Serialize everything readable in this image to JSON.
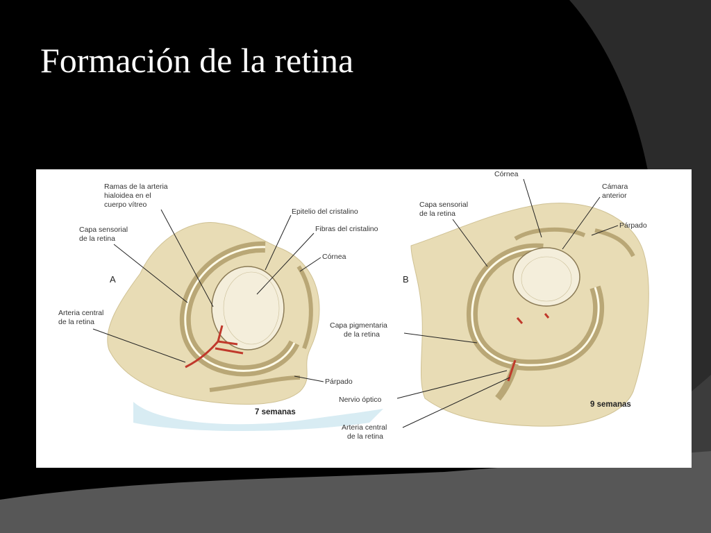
{
  "slide": {
    "title": "Formación de la retina",
    "colors": {
      "background": "#000000",
      "accent_dark": "#2b2b2b",
      "accent_mid": "#4a4a4a",
      "tissue": "#e8dcb5",
      "tissue_dark": "#b9a776",
      "vessel": "#c0392b"
    }
  },
  "figure": {
    "panel_a": {
      "letter": "A",
      "stage": "7 semanas",
      "labels": {
        "ramas_l1": "Ramas de la arteria",
        "ramas_l2": "hialoidea en el",
        "ramas_l3": "cuerpo vítreo",
        "capa_sensorial_l1": "Capa sensorial",
        "capa_sensorial_l2": "de la retina",
        "epitelio": "Epitelio del cristalino",
        "fibras": "Fibras del cristalino",
        "cornea": "Córnea",
        "arteria_central_l1": "Arteria central",
        "arteria_central_l2": "de la retina",
        "parpado": "Párpado"
      }
    },
    "panel_b": {
      "letter": "B",
      "stage": "9 semanas",
      "labels": {
        "cornea": "Córnea",
        "camara_l1": "Cámara",
        "camara_l2": "anterior",
        "capa_sensorial_l1": "Capa sensorial",
        "capa_sensorial_l2": "de la retina",
        "parpado": "Párpado",
        "capa_pigmentaria_l1": "Capa pigmentaria",
        "capa_pigmentaria_l2": "de la retina",
        "nervio_optico": "Nervio óptico",
        "arteria_central_l1": "Arteria central",
        "arteria_central_l2": "de la retina"
      }
    }
  }
}
